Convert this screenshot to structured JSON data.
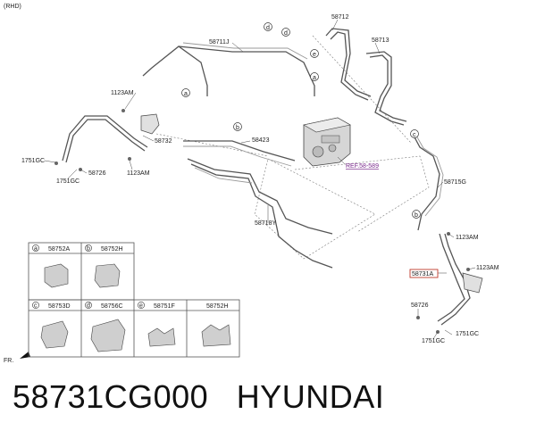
{
  "header": {
    "variant": "(RHD)"
  },
  "labels": {
    "l58711J": "58711J",
    "l58712": "58712",
    "l58713": "58713",
    "l1123AM_a": "1123AM",
    "l58732": "58732",
    "l1751GC_a": "1751GC",
    "l1751GC_b": "1751GC",
    "l58726_a": "58726",
    "l1123AM_b": "1123AM",
    "l58423": "58423",
    "lref": "REF.58-589",
    "l58715G": "58715G",
    "l58718Y": "58718Y",
    "l1123AM_c": "1123AM",
    "l1123AM_d": "1123AM",
    "l58731A": "58731A",
    "l58726_b": "58726",
    "l1751GC_c": "1751GC",
    "l1751GC_d": "1751GC",
    "fr": "FR."
  },
  "callouts": {
    "a": "a",
    "b": "b",
    "c": "c",
    "d": "d",
    "e": "e"
  },
  "table": {
    "cells": [
      {
        "letter": "a",
        "part": "58752A"
      },
      {
        "letter": "b",
        "part": "58752H"
      },
      {
        "letter": "c",
        "part": "58753D"
      },
      {
        "letter": "d",
        "part": "58756C"
      },
      {
        "letter": "e",
        "part": "58751F"
      },
      {
        "letter": "",
        "part": "58752H"
      }
    ]
  },
  "footer": {
    "part_number": "58731CG000",
    "brand": "HYUNDAI"
  }
}
